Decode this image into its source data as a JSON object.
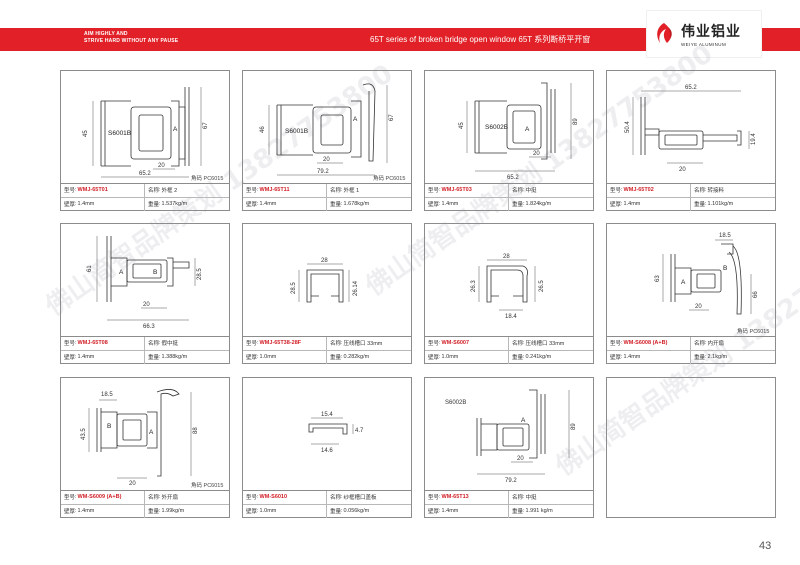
{
  "header": {
    "slogan_line1": "AIM HIGHLY AND",
    "slogan_line2": "STRIVE HARD WITHOUT ANY PAUSE",
    "series_title": "65T series of broken bridge open window   65T 系列断桥平开窗",
    "accent_color": "#e12127"
  },
  "logo": {
    "cn": "伟业铝业",
    "en": "WEIYE ALUMINUM",
    "icon": "flame-swirl-icon"
  },
  "watermark_text": "佛山简智品牌策划 13827753800",
  "labels": {
    "model": "型号",
    "name": "名称",
    "wall": "壁厚",
    "weight": "重量"
  },
  "cards": [
    {
      "model": "WMJ-65T01",
      "name": "外框 2",
      "wall": "1.4mm",
      "weight": "1.537kg/m",
      "corner_note": "角码 PC6015",
      "dims": [
        "45",
        "20",
        "65.2",
        "67"
      ],
      "parts": [
        "S6001B",
        "A"
      ]
    },
    {
      "model": "WMJ-65T11",
      "name": "外框 1",
      "wall": "1.4mm",
      "weight": "1.678kg/m",
      "corner_note": "角码 PC6015",
      "dims": [
        "46",
        "20",
        "79.2",
        "67"
      ],
      "parts": [
        "S6001B",
        "A"
      ]
    },
    {
      "model": "WMJ-65T03",
      "name": "中挺",
      "wall": "1.4mm",
      "weight": "1.824kg/m",
      "corner_note": "",
      "dims": [
        "45",
        "20",
        "65.2",
        "89"
      ],
      "parts": [
        "S6002B",
        "A"
      ]
    },
    {
      "model": "WMJ-65T02",
      "name": "转接料",
      "wall": "1.4mm",
      "weight": "1.101kg/m",
      "corner_note": "",
      "dims": [
        "65.2",
        "50.4",
        "20",
        "19.4"
      ],
      "parts": []
    },
    {
      "model": "WMJ-65T08",
      "name": "假中挺",
      "wall": "1.4mm",
      "weight": "1.388kg/m",
      "corner_note": "",
      "dims": [
        "61",
        "20",
        "66.3",
        "28.5"
      ],
      "parts": [
        "A",
        "B"
      ]
    },
    {
      "model": "WMJ-65T38-28F",
      "name": "压线槽口 33mm",
      "wall": "1.0mm",
      "weight": "0.282kg/m",
      "corner_note": "",
      "dims": [
        "28",
        "28.5",
        "26.14"
      ],
      "parts": []
    },
    {
      "model": "WM-S6007",
      "name": "压线槽口 33mm",
      "wall": "1.0mm",
      "weight": "0.241kg/m",
      "corner_note": "",
      "dims": [
        "28",
        "26.3",
        "26.5",
        "18.4"
      ],
      "parts": []
    },
    {
      "model": "WM-S6008 (A+B)",
      "name": "内开扇",
      "wall": "1.4mm",
      "weight": "2.1kg/m",
      "corner_note": "角码 PC6015",
      "dims": [
        "18.5",
        "63",
        "66",
        "20"
      ],
      "parts": [
        "A",
        "B"
      ]
    },
    {
      "model": "WM-S6009 (A+B)",
      "name": "外开扇",
      "wall": "1.4mm",
      "weight": "1.99kg/m",
      "corner_note": "角码 PC6015",
      "dims": [
        "18.5",
        "43.5",
        "88",
        "20"
      ],
      "parts": [
        "A",
        "B"
      ]
    },
    {
      "model": "WM-S6010",
      "name": "纱框槽口盖板",
      "wall": "1.0mm",
      "weight": "0.056kg/m",
      "corner_note": "",
      "dims": [
        "15.4",
        "4.7",
        "14.6"
      ],
      "parts": []
    },
    {
      "model": "WM-65T13",
      "name": "中挺",
      "wall": "1.4mm",
      "weight": "1.991 kg/m",
      "corner_note": "",
      "dims": [
        "S6002B",
        "20",
        "79.2",
        "89"
      ],
      "parts": [
        "A"
      ]
    }
  ],
  "page_number": "43"
}
